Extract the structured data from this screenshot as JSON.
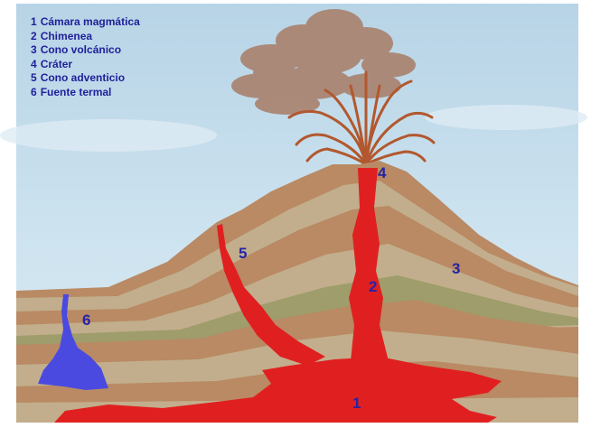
{
  "legend": [
    {
      "number": "1",
      "label": "Cámara magmática"
    },
    {
      "number": "2",
      "label": "Chimenea"
    },
    {
      "number": "3",
      "label": "Cono volcánico"
    },
    {
      "number": "4",
      "label": "Cráter"
    },
    {
      "number": "5",
      "label": "Cono adventicio"
    },
    {
      "number": "6",
      "label": "Fuente termal"
    }
  ],
  "markers": {
    "magma_chamber": "1",
    "chimney": "2",
    "volcanic_cone": "3",
    "crater": "4",
    "adventitious_cone": "5",
    "hot_spring": "6"
  },
  "colors": {
    "sky": "#c3dcea",
    "magma": "#e02020",
    "hot_spring_water": "#4a4ae0",
    "ash_cloud": "#a87c66",
    "label_text": "#1f1f99",
    "layer_brown": "#b98a64",
    "layer_tan": "#c2ae8c",
    "layer_olive": "#9e9d6b"
  }
}
